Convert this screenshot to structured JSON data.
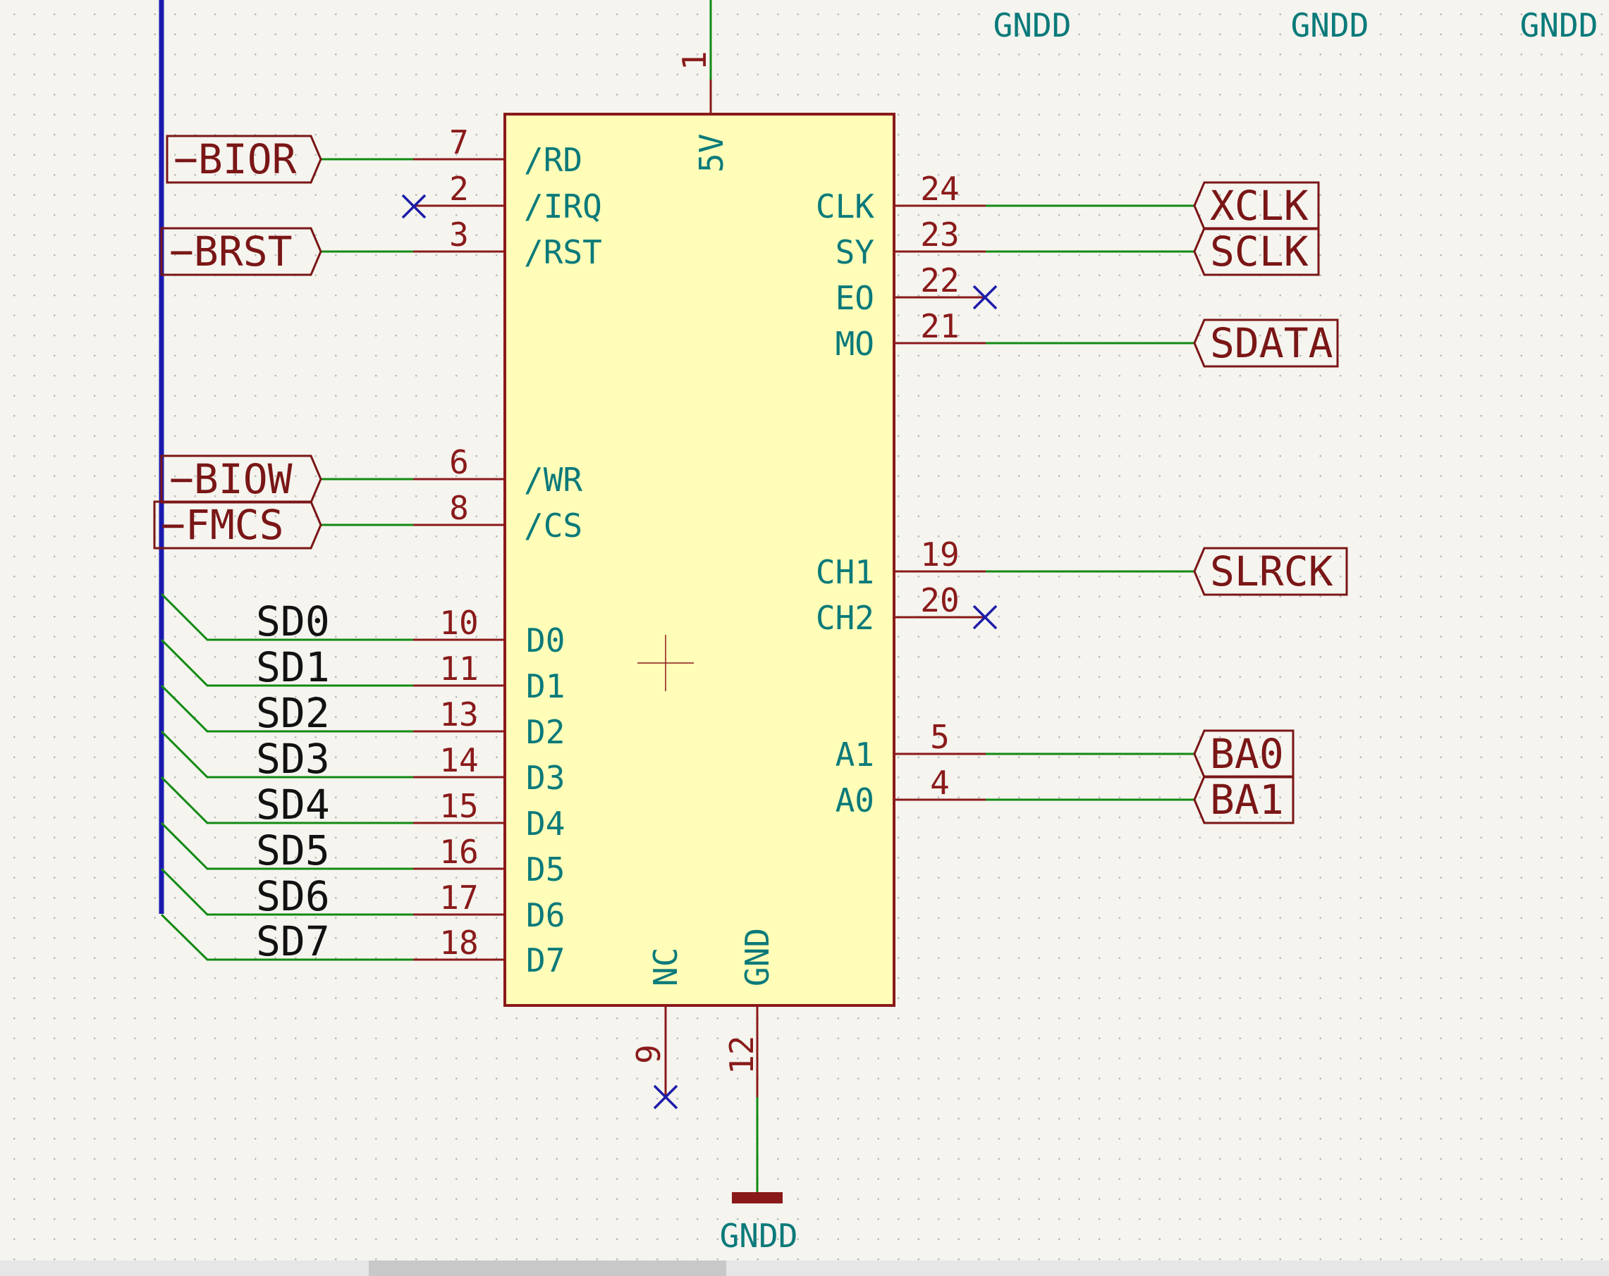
{
  "colors": {
    "wire": "#128a12",
    "bus": "#1a1ab0",
    "body_fill": "#fffdb8",
    "body_stroke": "#8a1a1a",
    "pin_line": "#8a1a1a",
    "pin_number": "#8a1a1a",
    "pin_name": "#0b7a7a",
    "label": "#7a1616",
    "no_connect": "#1c1ca8",
    "power": "#0b7a7a"
  },
  "top_power_labels": [
    "GNDD",
    "GNDD",
    "GNDD"
  ],
  "component": {
    "top_pin": {
      "num": "1",
      "name": "5V"
    },
    "bottom_pins": [
      {
        "num": "9",
        "name": "NC"
      },
      {
        "num": "12",
        "name": "GND"
      }
    ],
    "left_pins": [
      {
        "num": "7",
        "name": "/RD"
      },
      {
        "num": "2",
        "name": "/IRQ"
      },
      {
        "num": "3",
        "name": "/RST"
      },
      {
        "num": "6",
        "name": "/WR"
      },
      {
        "num": "8",
        "name": "/CS"
      },
      {
        "num": "10",
        "name": "D0"
      },
      {
        "num": "11",
        "name": "D1"
      },
      {
        "num": "13",
        "name": "D2"
      },
      {
        "num": "14",
        "name": "D3"
      },
      {
        "num": "15",
        "name": "D4"
      },
      {
        "num": "16",
        "name": "D5"
      },
      {
        "num": "17",
        "name": "D6"
      },
      {
        "num": "18",
        "name": "D7"
      }
    ],
    "right_pins": [
      {
        "num": "24",
        "name": "CLK"
      },
      {
        "num": "23",
        "name": "SY"
      },
      {
        "num": "22",
        "name": "EO"
      },
      {
        "num": "21",
        "name": "MO"
      },
      {
        "num": "19",
        "name": "CH1"
      },
      {
        "num": "20",
        "name": "CH2"
      },
      {
        "num": "5",
        "name": "A1"
      },
      {
        "num": "4",
        "name": "A0"
      }
    ]
  },
  "left_labels": [
    "−BIOR",
    "−BRST",
    "−BIOW",
    "−FMCS"
  ],
  "bus_entries": [
    "SD0",
    "SD1",
    "SD2",
    "SD3",
    "SD4",
    "SD5",
    "SD6",
    "SD7"
  ],
  "right_labels": [
    "XCLK",
    "SCLK",
    "SDATA",
    "SLRCK",
    "BA0",
    "BA1"
  ],
  "bottom_power_label": "GNDD"
}
